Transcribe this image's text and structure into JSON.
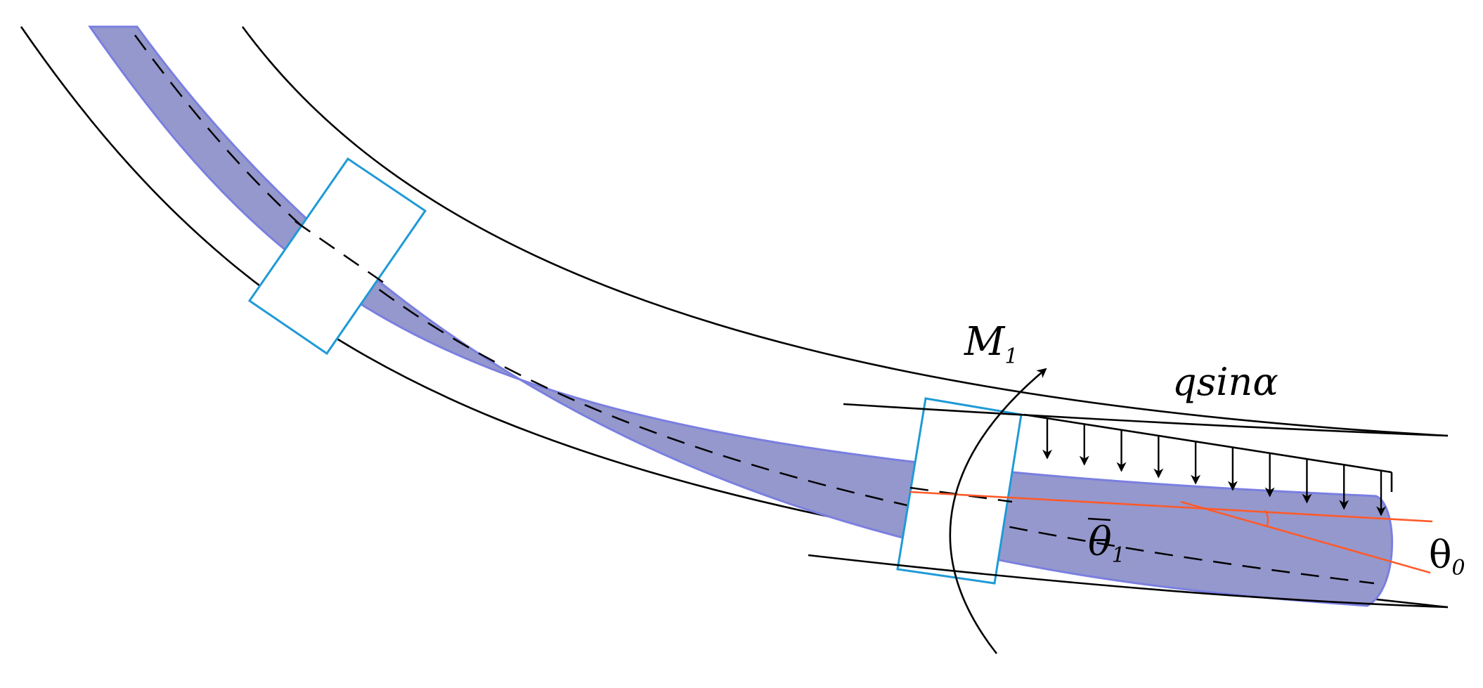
{
  "labels": {
    "moment_main": "M",
    "moment_sub": "1",
    "load": "qsinα",
    "theta1_main": "θ",
    "theta1_sub": "1",
    "theta0_main": "θ",
    "theta0_sub": "0"
  },
  "colors": {
    "pipe_fill": "#9598cc",
    "pipe_edge": "#7a7fe0",
    "centralizer": "#1f9ad6",
    "tangent_line": "#ff5a2a",
    "wall": "#000000",
    "background": "#ffffff"
  },
  "load_arrow_count": 10
}
